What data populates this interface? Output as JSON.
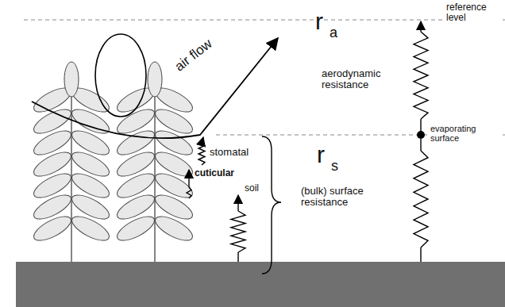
{
  "diagram": {
    "labels": [
      "reference level",
      "r",
      "a",
      "aerodynamic resistance",
      "air flow",
      "evaporating surface",
      "stomatal",
      "r",
      "s",
      "cuticular",
      "soil",
      "(bulk) surface resistance"
    ]
  }
}
